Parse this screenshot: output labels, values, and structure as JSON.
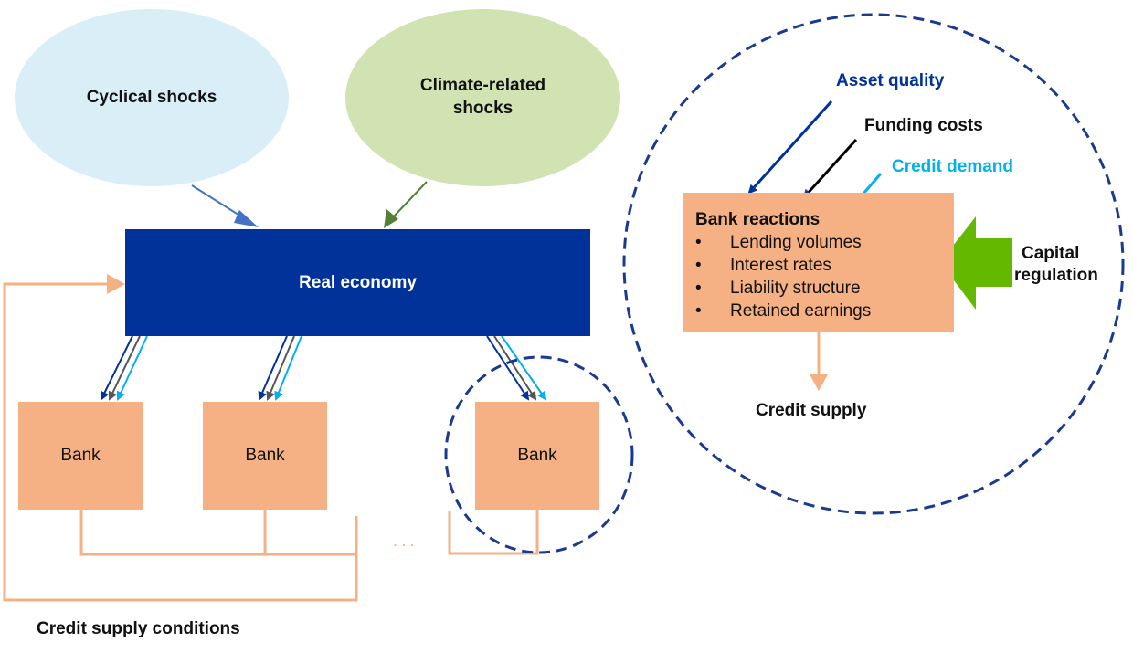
{
  "shocks": {
    "cyclical": "Cyclical shocks",
    "climate_line1": "Climate-related",
    "climate_line2": "shocks"
  },
  "real_economy": "Real economy",
  "banks": [
    "Bank",
    "Bank",
    "Bank"
  ],
  "ellipsis": "...",
  "credit_supply_conditions": "Credit supply conditions",
  "detail": {
    "asset_quality": "Asset quality",
    "funding_costs": "Funding costs",
    "credit_demand": "Credit demand",
    "capital_regulation_line1": "Capital",
    "capital_regulation_line2": "regulation",
    "bank_reactions": {
      "title": "Bank reactions",
      "items": [
        "Lending volumes",
        "Interest rates",
        "Liability structure",
        "Retained earnings"
      ]
    },
    "credit_supply": "Credit supply"
  },
  "colors": {
    "cyclical": "#daeef8",
    "climate": "#d1e2b3",
    "real_economy": "#003299",
    "bank": "#f5b183",
    "asset_quality": "#003299",
    "funding_costs": "#000000",
    "credit_demand": "#00b1ea",
    "capital_regulation_arrow": "#65b800",
    "connector": "#f5b183",
    "dashed_circle": "#1a3a8f"
  }
}
